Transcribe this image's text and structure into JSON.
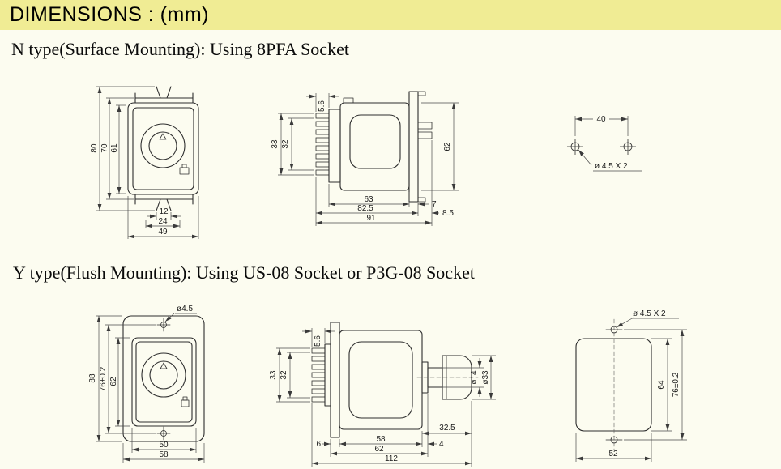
{
  "header": {
    "title": "DIMENSIONS : (mm)"
  },
  "sections": {
    "n": {
      "title": "N type(Surface Mounting): Using 8PFA Socket"
    },
    "y": {
      "title": "Y type(Flush Mounting): Using US-08 Socket or P3G-08 Socket"
    }
  },
  "drawings": {
    "n_front": {
      "height_overall": "80",
      "height_bracket": "70",
      "height_body": "61",
      "width_slot": "12",
      "width_notch": "24",
      "width_body": "49"
    },
    "n_side": {
      "socket_height": "33",
      "pin_height": "32",
      "pin_depth": "5.6",
      "body_height": "62",
      "depth_body": "63",
      "bracket_thickness": "7",
      "rear_offset": "8.5",
      "depth_with_socket": "82.5",
      "depth_overall": "91"
    },
    "n_holes": {
      "pitch": "40",
      "hole_note": "ø 4.5 X 2"
    },
    "y_front": {
      "hole_note": "ø4.5",
      "height_flange": "88",
      "hole_pitch": "76±0.2",
      "height_body": "62",
      "width_body": "50",
      "width_flange": "58"
    },
    "y_side": {
      "socket_height": "33",
      "pin_height": "32",
      "pin_depth": "5.6",
      "shaft_dia": "ø14",
      "knob_dia": "ø33",
      "protrusion": "32.5",
      "flange_thickness": "6",
      "body_depth": "58",
      "collar": "4",
      "depth_behind_panel": "62",
      "depth_overall": "112"
    },
    "y_cutout": {
      "hole_note": "ø 4.5 X 2",
      "cutout_height": "64",
      "hole_pitch": "76±0.2",
      "cutout_width": "52"
    }
  }
}
